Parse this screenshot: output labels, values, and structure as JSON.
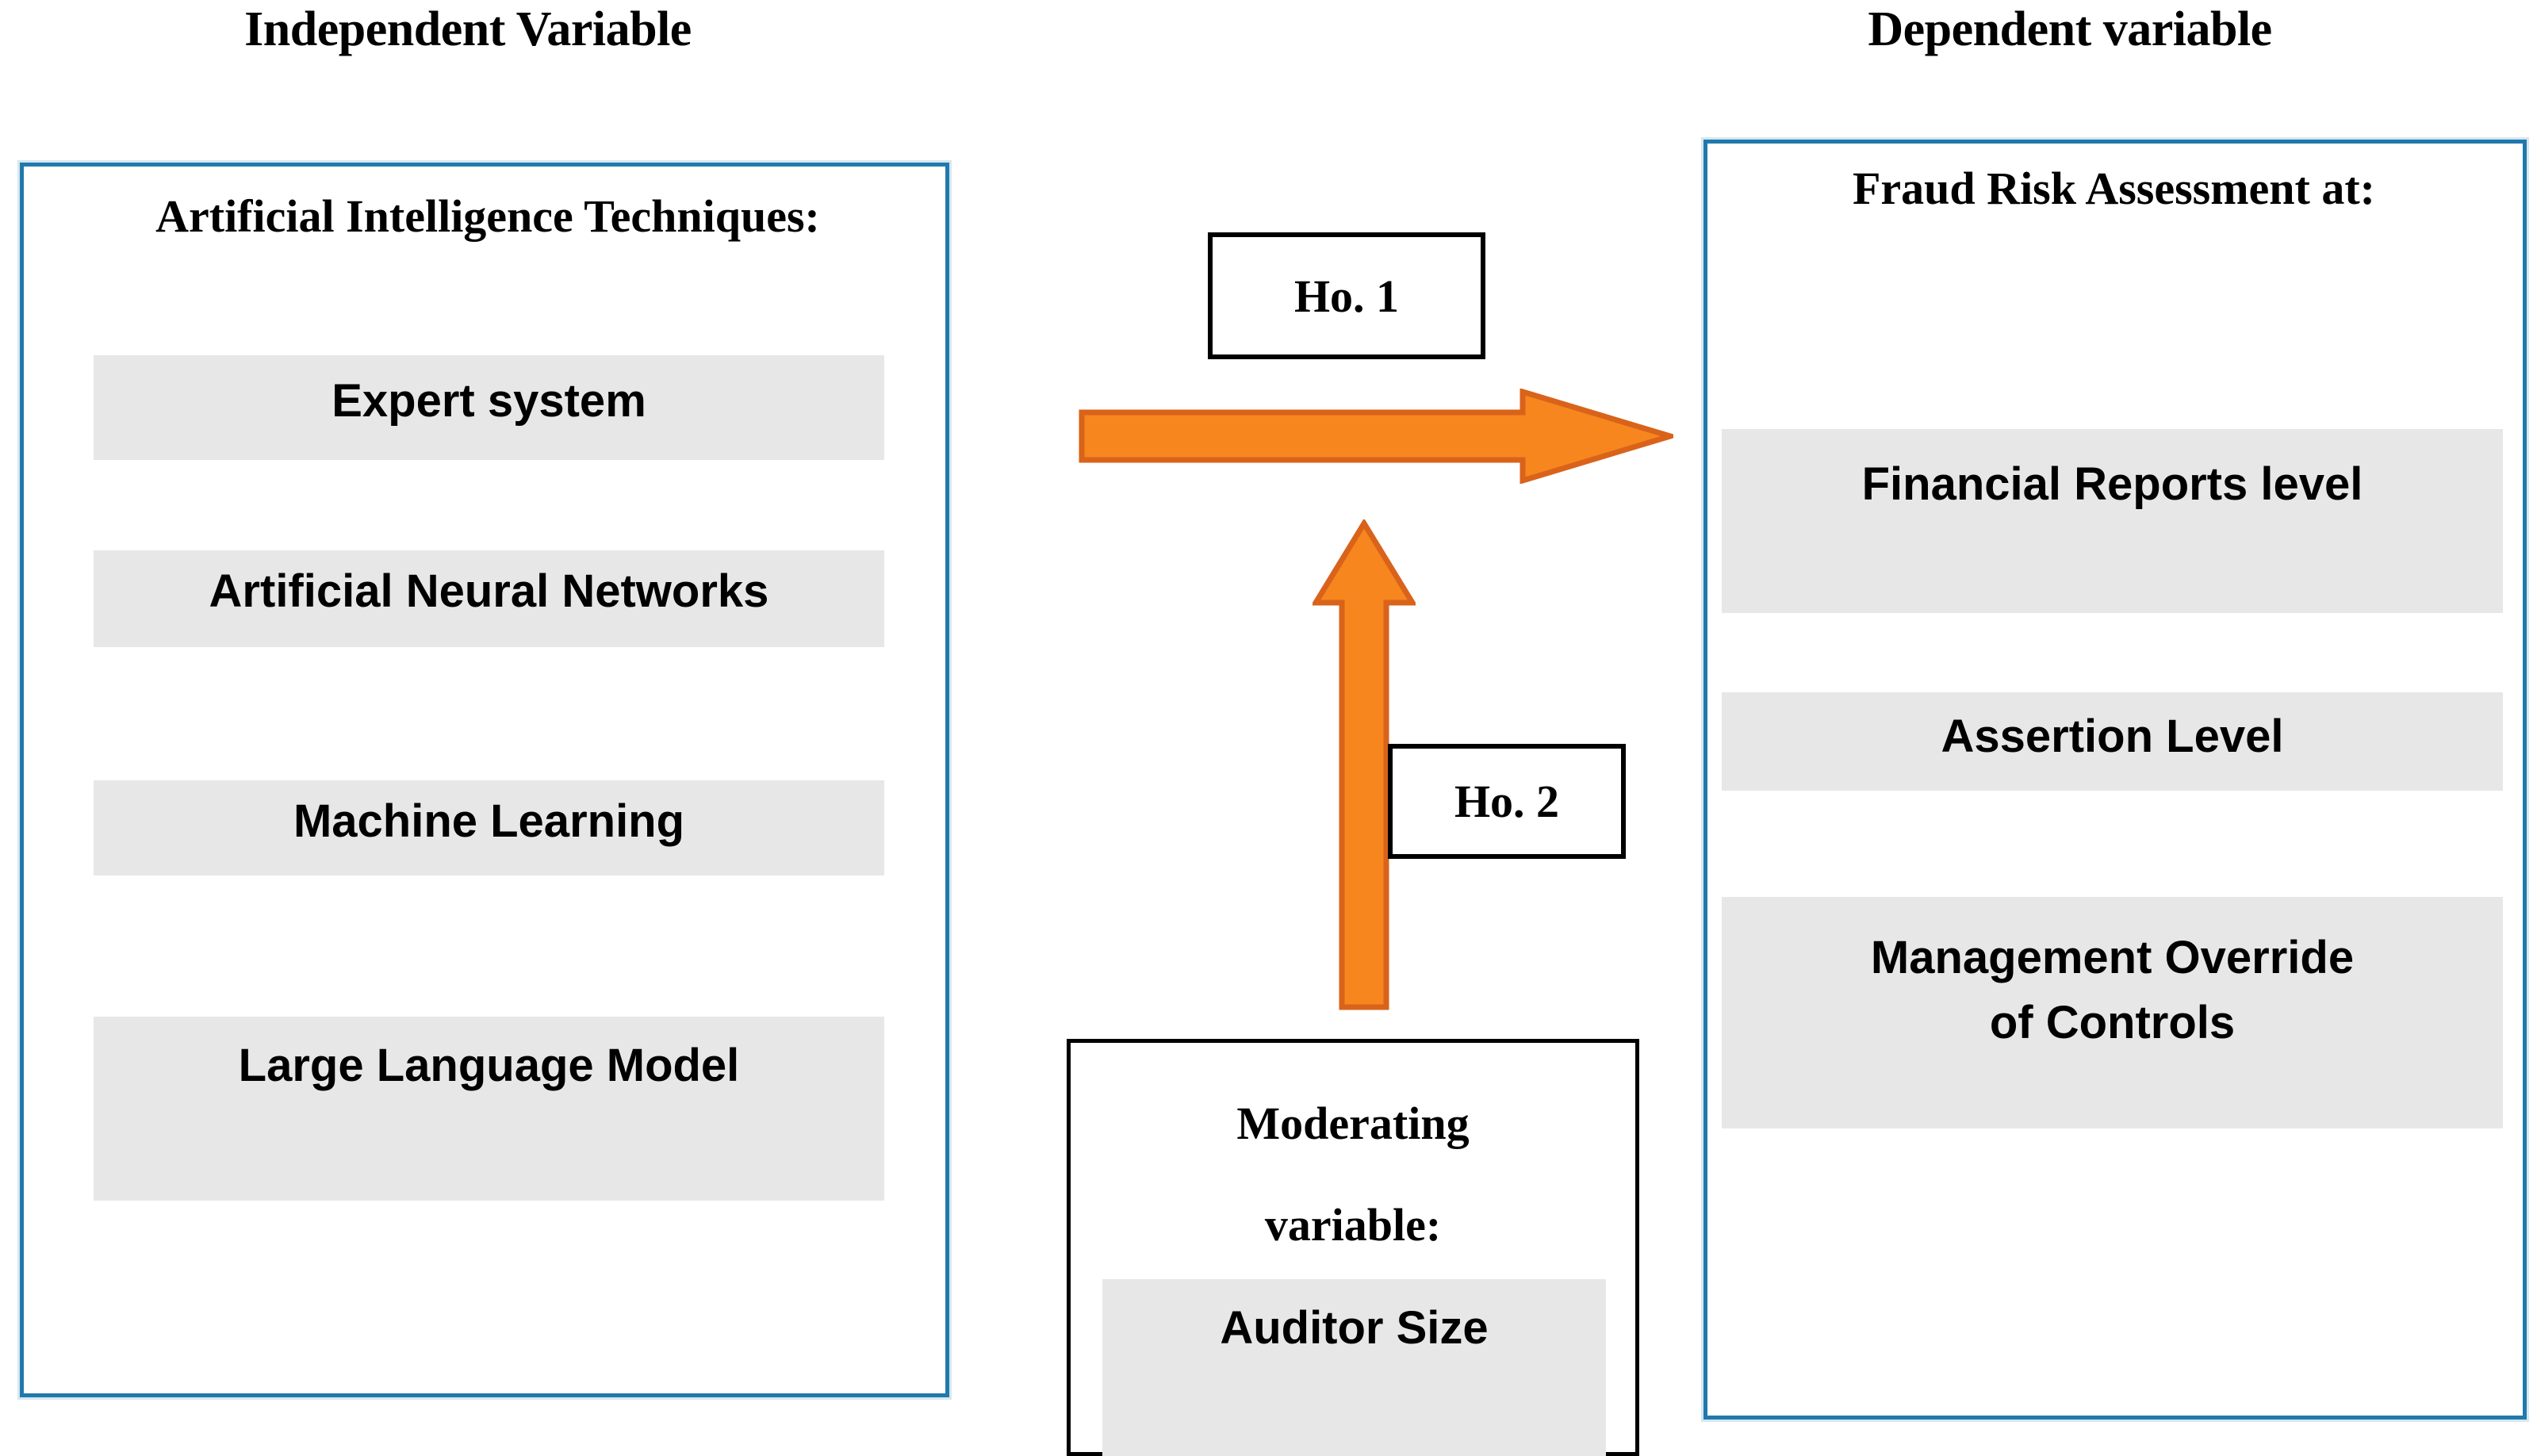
{
  "headings": {
    "independent": "Independent Variable",
    "dependent": "Dependent variable"
  },
  "independent_box": {
    "title": "Artificial Intelligence Techniques:",
    "items": [
      {
        "label": "Expert system"
      },
      {
        "label": "Artificial Neural Networks"
      },
      {
        "label": "Machine Learning"
      },
      {
        "label": "Large Language Model"
      }
    ]
  },
  "dependent_box": {
    "title": "Fraud Risk Assessment at:",
    "items": [
      {
        "label": "Financial Reports level"
      },
      {
        "label": "Assertion Level"
      },
      {
        "label": "Management Override",
        "label_line2": "of Controls"
      }
    ]
  },
  "moderating_box": {
    "title_line1": "Moderating",
    "title_line2": "variable:",
    "item": "Auditor Size"
  },
  "hypotheses": {
    "h1": "Ho. 1",
    "h2": "Ho. 2"
  },
  "arrows": {
    "horizontal": "right-arrow-icon",
    "vertical": "up-arrow-icon"
  },
  "colors": {
    "container_border_blue": "#2079AD",
    "chip_gray": "#E7E7E7",
    "arrow_orange": "#F7861F",
    "arrow_orange_outline": "#D9631A",
    "text_black": "#000000",
    "background_white": "#FFFFFF"
  }
}
